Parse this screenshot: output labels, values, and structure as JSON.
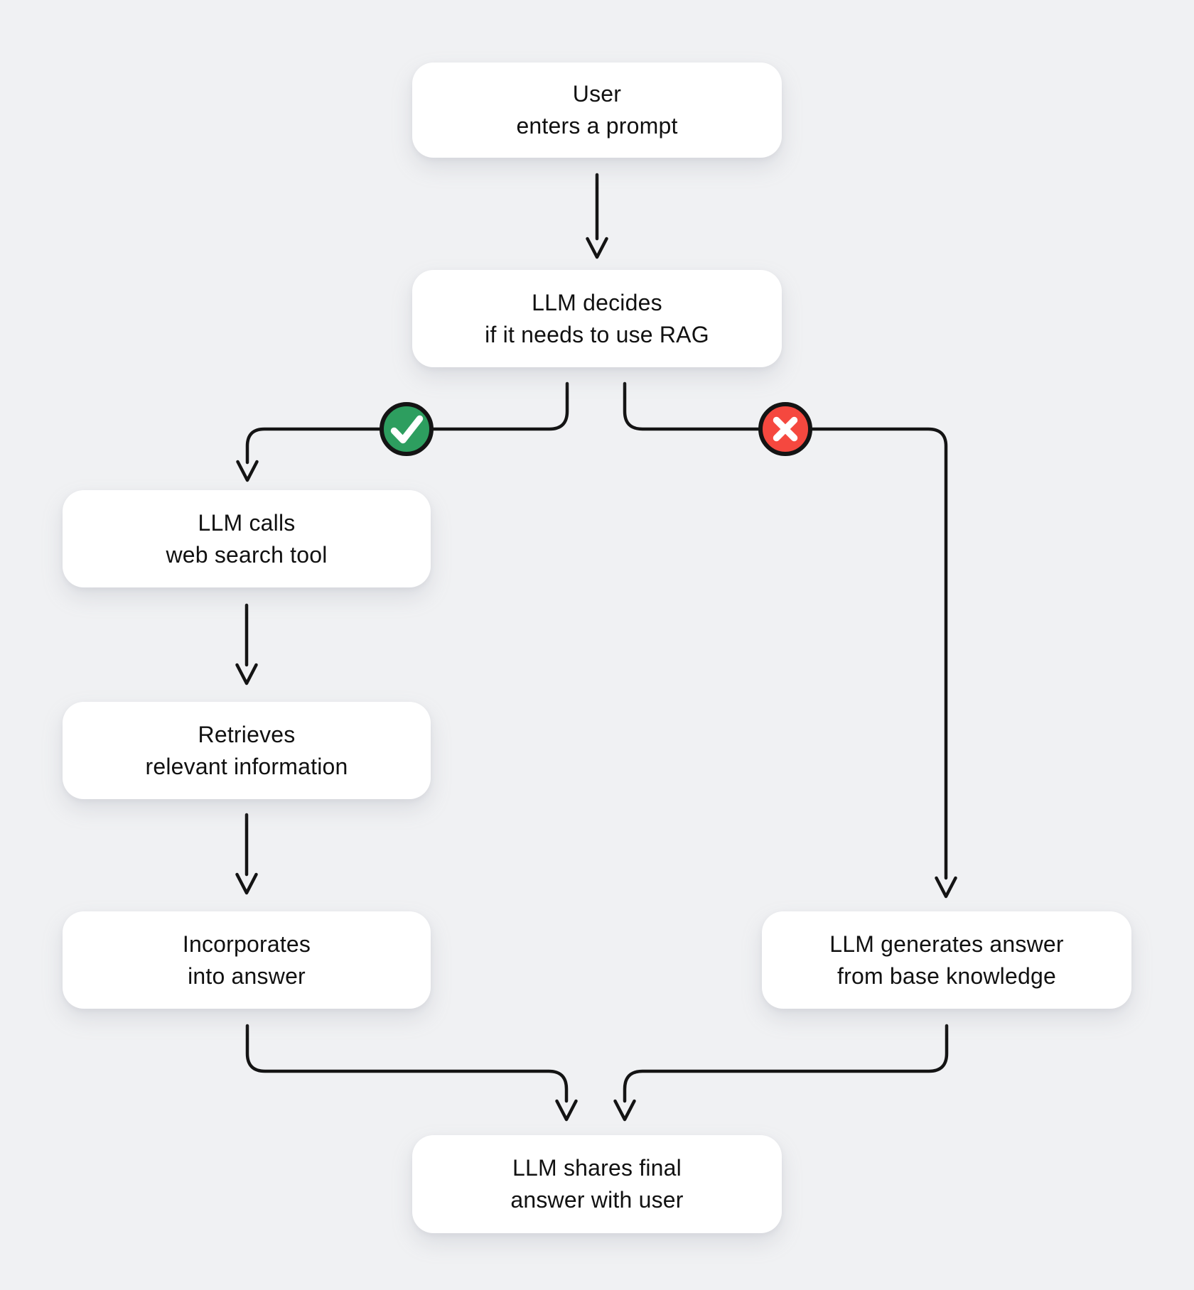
{
  "page": {
    "background": "#f0f1f3"
  },
  "colors": {
    "box_bg": "#ffffff",
    "text": "#111111",
    "line": "#141414",
    "yes_green": "#2d9e5f",
    "no_red": "#f5483f",
    "mark_white": "#ffffff"
  },
  "nodes": {
    "user_prompt": {
      "label": "User\nenters a prompt"
    },
    "llm_decides": {
      "label": "LLM decides\nif it needs to use RAG"
    },
    "llm_calls_search": {
      "label": "LLM calls\nweb search tool"
    },
    "retrieves_info": {
      "label": "Retrieves\nrelevant information"
    },
    "incorporates": {
      "label": "Incorporates\ninto answer"
    },
    "generates_base": {
      "label": "LLM generates answer\nfrom base knowledge"
    },
    "shares_final": {
      "label": "LLM shares final\nanswer with user"
    }
  },
  "icons": {
    "yes_branch": "check-circle",
    "no_branch": "x-circle"
  }
}
